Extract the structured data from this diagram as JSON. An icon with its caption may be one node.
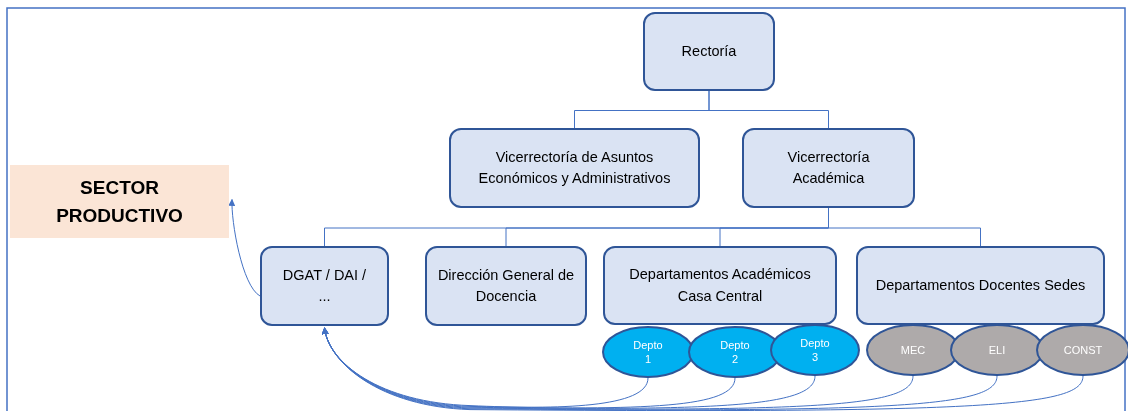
{
  "diagram": {
    "nodes": [
      {
        "text": [
          "Rectoría"
        ]
      },
      {
        "text": [
          "Vicerrectoría de Asuntos Económicos y Administrativos"
        ]
      },
      {
        "text": [
          "Vicerrectoría Académica"
        ]
      },
      {
        "text": [
          "SECTOR PRODUCTIVO"
        ]
      },
      {
        "text": [
          "DGAT / DAI / ..."
        ]
      },
      {
        "text": [
          "Dirección General de Docencia"
        ]
      },
      {
        "text": [
          "Departamentos Académicos Casa Central"
        ]
      },
      {
        "text": [
          "Departamentos Docentes Sedes"
        ]
      },
      {
        "text": [
          "Depto 1"
        ]
      },
      {
        "text": [
          "Depto 2"
        ]
      },
      {
        "text": [
          "Depto 3"
        ]
      },
      {
        "text": [
          "MEC"
        ]
      },
      {
        "text": [
          "ELI"
        ]
      },
      {
        "text": [
          "CONST"
        ]
      }
    ],
    "edges": [
      {
        "from": 0,
        "to": 1,
        "arrow": "none"
      },
      {
        "from": 0,
        "to": 2,
        "arrow": "none"
      },
      {
        "from": 2,
        "to": 4,
        "arrow": "none"
      },
      {
        "from": 2,
        "to": 5,
        "arrow": "none"
      },
      {
        "from": 2,
        "to": 6,
        "arrow": "none"
      },
      {
        "from": 2,
        "to": 7,
        "arrow": "none"
      },
      {
        "from": 4,
        "to": 3,
        "arrow": "to"
      },
      {
        "from": 8,
        "to": 4,
        "arrow": "to"
      },
      {
        "from": 9,
        "to": 4,
        "arrow": "to"
      },
      {
        "from": 10,
        "to": 4,
        "arrow": "to"
      },
      {
        "from": 11,
        "to": 4,
        "arrow": "to"
      },
      {
        "from": 12,
        "to": 4,
        "arrow": "to"
      },
      {
        "from": 13,
        "to": 4,
        "arrow": "to"
      }
    ]
  }
}
